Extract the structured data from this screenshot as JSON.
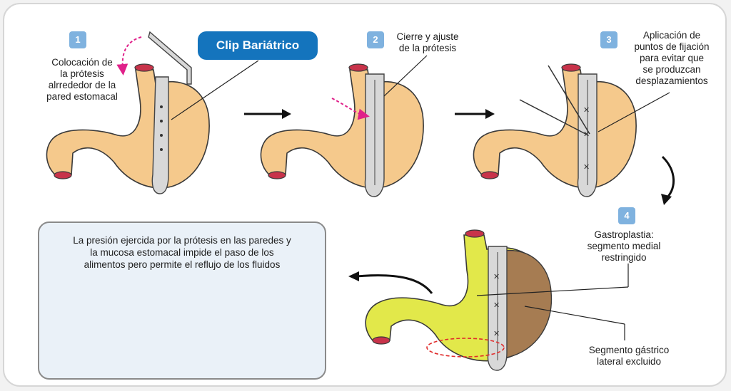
{
  "title": "Clip Bariátrico",
  "steps": [
    {
      "number": "1",
      "text": "Colocación de\nla prótesis\nalrrededor de la\npared estomacal"
    },
    {
      "number": "2",
      "text": "Cierre y ajuste\nde la prótesis"
    },
    {
      "number": "3",
      "text": "Aplicación de\npuntos de fijación\npara evitar que\nse produzcan\ndesplazamientos"
    },
    {
      "number": "4",
      "text": "Gastroplastia:\nsegmento medial\nrestringido"
    }
  ],
  "excluded_label": "Segmento gástrico\nlateral excluido",
  "info_text": "La presión ejercida por la prótesis en las paredes y\nla mucosa estomacal impide el paso de los\nalimentos pero permite el reflujo de los fluidos",
  "colors": {
    "stomach": "#f5c98c",
    "stomach_stroke": "#3a3a3a",
    "medial": "#e2e84a",
    "lateral": "#a67c52",
    "clip": "#d8d8d8",
    "arrow_magenta": "#e0218a",
    "badge": "#7fb2df",
    "title_bg": "#1474bd",
    "duct": "#c8334a"
  }
}
